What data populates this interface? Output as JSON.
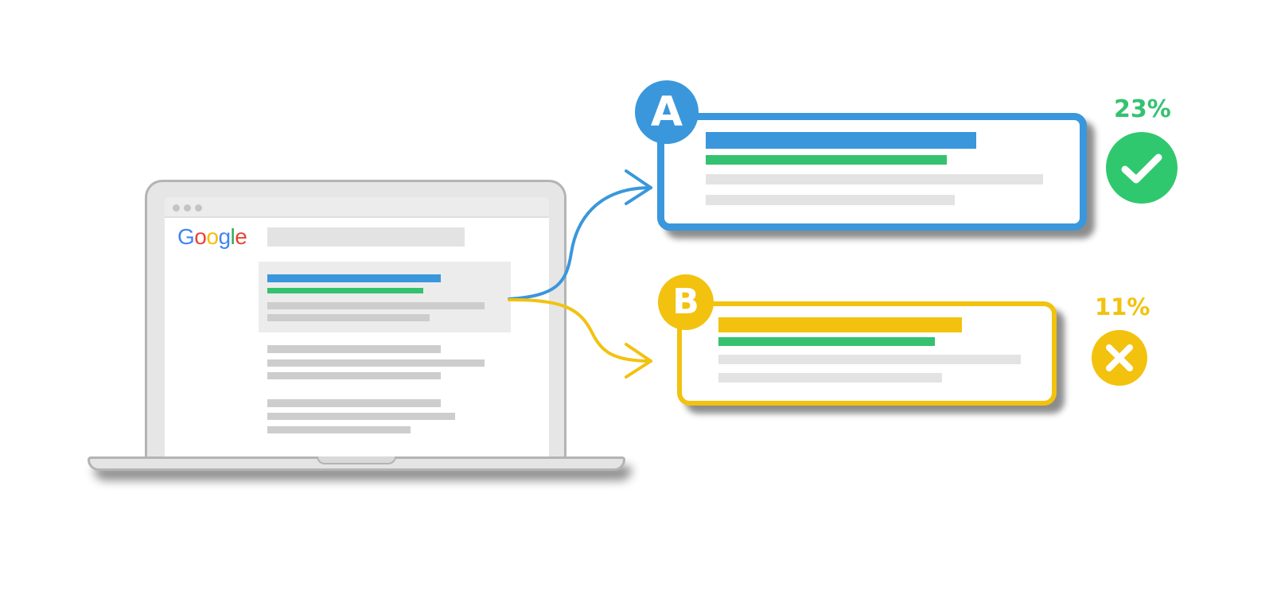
{
  "brand": {
    "logo_letters": [
      "G",
      "o",
      "o",
      "g",
      "l",
      "e"
    ],
    "logo_colors": [
      "#4285F4",
      "#EA4335",
      "#FBBC05",
      "#4285F4",
      "#34A853",
      "#EA4335"
    ]
  },
  "variants": [
    {
      "label": "A",
      "percent": "23%",
      "color": "#3a97db",
      "result_icon": "check-icon",
      "result_color": "#2fc86e"
    },
    {
      "label": "B",
      "percent": "11%",
      "color": "#f2c20e",
      "result_icon": "x-icon",
      "result_color": "#f2c20e"
    }
  ],
  "colors": {
    "title_bar_blue": "#3a97db",
    "url_bar_green": "#34c270",
    "text_gray": "#cdcdcd",
    "laptop_frame": "#b4b4b4"
  }
}
